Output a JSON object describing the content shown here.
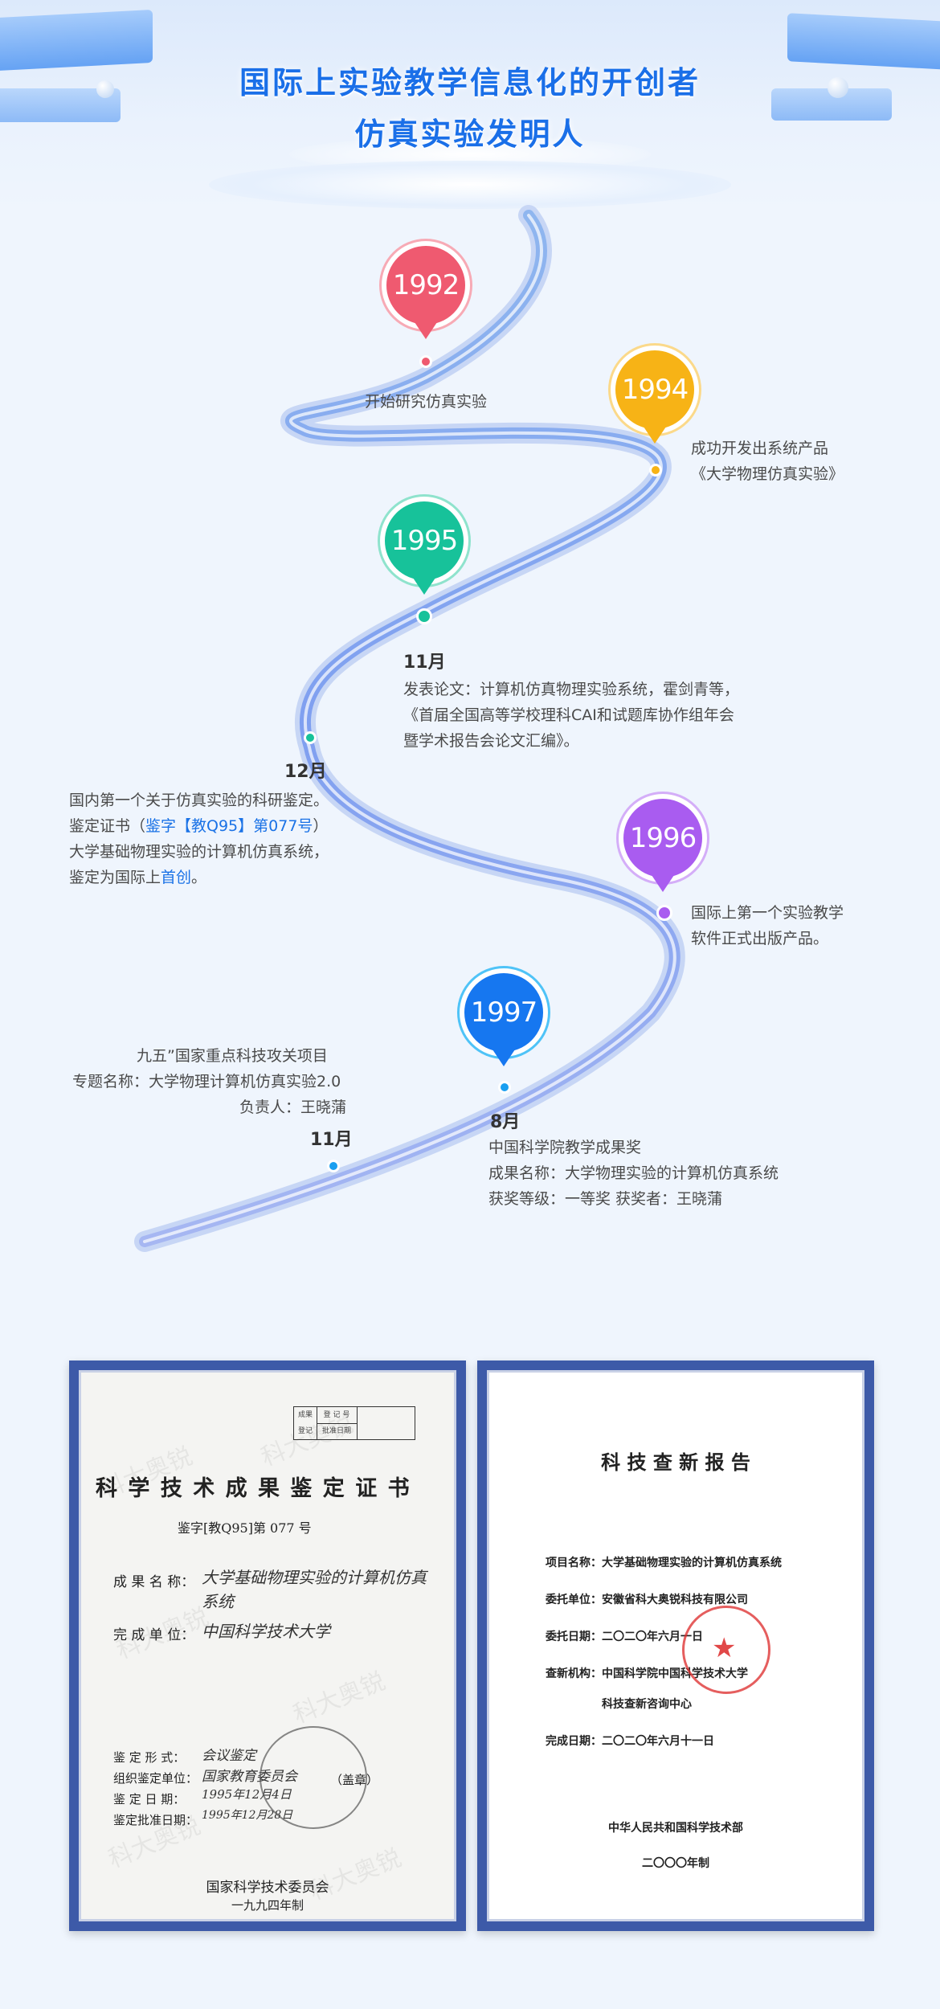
{
  "header": {
    "title_line1": "国际上实验教学信息化的开创者",
    "title_line2": "仿真实验发明人"
  },
  "timeline": [
    {
      "year": "1992",
      "color": "#ef5a70",
      "text": [
        "开始研究仿真实验"
      ]
    },
    {
      "year": "1994",
      "color": "#f7b316",
      "text": [
        "成功开发出系统产品",
        "《大学物理仿真实验》"
      ]
    },
    {
      "year": "1995",
      "color": "#17c29a",
      "nov": {
        "month": "11月",
        "text": [
          "发表论文：计算机仿真物理实验系统，霍剑青等，",
          "《首届全国高等学校理科CAI和试题库协作组年会",
          "暨学术报告会论文汇编》。"
        ]
      },
      "dec": {
        "month": "12月",
        "text": [
          "国内第一个关于仿真实验的科研鉴定。"
        ],
        "cert_prefix": "鉴定证书（",
        "cert_link": "鉴字【教Q95】第077号",
        "cert_suffix": "）",
        "line3": "大学基础物理实验的计算机仿真系统，",
        "line4_prefix": "鉴定为国际上",
        "line4_link": "首创",
        "line4_suffix": "。"
      }
    },
    {
      "year": "1996",
      "color": "#a95cf0",
      "text": [
        "国际上第一个实验教学",
        "软件正式出版产品。"
      ]
    },
    {
      "year": "1997",
      "color": "#1677f0",
      "nov": {
        "month": "11月",
        "text": [
          "九五”国家重点科技攻关项目",
          "专题名称：大学物理计算机仿真实验2.0",
          "负责人：王晓蒲"
        ]
      },
      "aug": {
        "month": "8月",
        "text": [
          "中国科学院教学成果奖",
          "成果名称：大学物理实验的计算机仿真系统",
          "获奖等级：一等奖  获奖者：王晓蒲"
        ]
      }
    }
  ],
  "certificate_a": {
    "table_row1_left": "成果",
    "table_row1_right": "登 记 号",
    "table_row2_left": "登记",
    "table_row2_right": "批准日期",
    "title": "科 学 技 术 成 果 鉴 定 证 书",
    "number": "鉴字[教Q95]第  077 号",
    "name_label": "成 果 名 称：",
    "name_value": "大学基础物理实验的计算机仿真系统",
    "unit_label": "完 成 单 位：",
    "unit_value": "中国科学技术大学",
    "form_label": "鉴 定 形 式：",
    "form_value": "会议鉴定",
    "org_label": "组织鉴定单位：",
    "org_value": "国家教育委员会",
    "seal": "（盖章）",
    "date_label": "鉴 定 日 期：",
    "date_value": "1995年12月4日",
    "approve_label": "鉴定批准日期：",
    "approve_value": "1995年12月28日",
    "issuer": "国家科学技术委员会",
    "issued": "一九九四年制",
    "watermark": "科大奥锐"
  },
  "certificate_b": {
    "title": "科 技 查 新 报 告",
    "rows": [
      {
        "label": "项目名称：",
        "value": "大学基础物理实验的计算机仿真系统"
      },
      {
        "label": "委托单位：",
        "value": "安徽省科大奥锐科技有限公司"
      },
      {
        "label": "委托日期：",
        "value": "二〇二〇年六月一日"
      },
      {
        "label": "查新机构：",
        "value": "中国科学院中国科学技术大学"
      },
      {
        "label": "",
        "value": "科技查新咨询中心"
      },
      {
        "label": "完成日期：",
        "value": "二〇二〇年六月十一日"
      }
    ],
    "footer1": "中华人民共和国科学技术部",
    "footer2": "二〇〇〇年制"
  }
}
